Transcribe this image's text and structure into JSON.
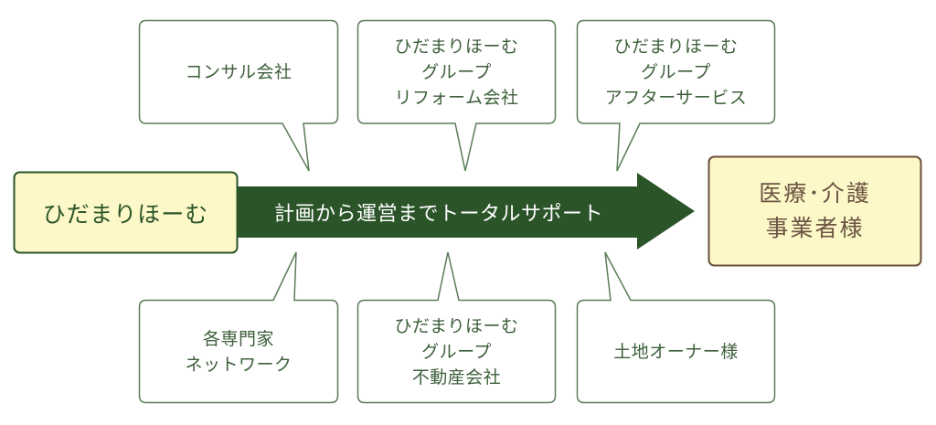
{
  "colors": {
    "arrow": "#2b5429",
    "source_border": "#2b5429",
    "box_fill": "#fdf8c8",
    "target_border": "#6b4f3a",
    "bubble_border": "#5a7d57",
    "bubble_text": "#3d5f3a"
  },
  "source": {
    "label": "ひだまりほーむ"
  },
  "target": {
    "label": "医療･介護\n事業者様"
  },
  "arrow": {
    "label": "計画から運営までトータルサポート",
    "icon": "right-arrow-icon"
  },
  "partners_top": [
    {
      "label": "コンサル会社"
    },
    {
      "label": "ひだまりほーむ\nグループ\nリフォーム会社"
    },
    {
      "label": "ひだまりほーむ\nグループ\nアフターサービス"
    }
  ],
  "partners_bottom": [
    {
      "label": "各専門家\nネットワーク"
    },
    {
      "label": "ひだまりほーむ\nグループ\n不動産会社"
    },
    {
      "label": "土地オーナー様"
    }
  ]
}
